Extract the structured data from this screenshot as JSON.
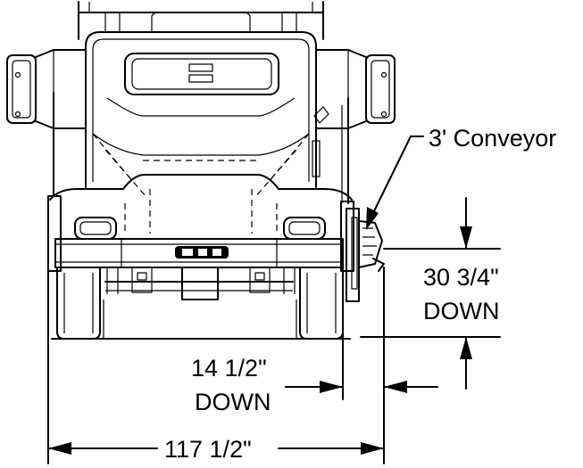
{
  "labels": {
    "conveyor": "3' Conveyor",
    "conveyor_drop_line1": "30 3/4\"",
    "conveyor_drop_line2": "DOWN",
    "truck_drop_line1": "14 1/2\"",
    "truck_drop_line2": "DOWN",
    "overall_width": "117 1/2\""
  }
}
